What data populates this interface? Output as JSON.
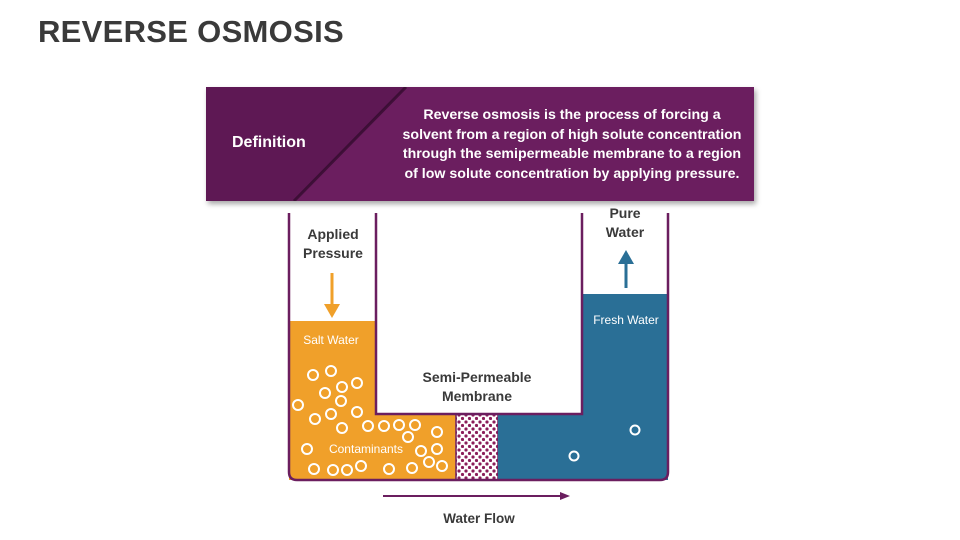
{
  "title": "REVERSE OSMOSIS",
  "definition": {
    "label": "Definition",
    "text": "Reverse osmosis is the process of forcing a solvent from a region of high solute concentration through the semipermeable membrane to a region of low solute concentration by applying pressure."
  },
  "labels": {
    "applied_pressure_line1": "Applied",
    "applied_pressure_line2": "Pressure",
    "pure_water_line1": "Pure",
    "pure_water_line2": "Water",
    "salt_water": "Salt Water",
    "fresh_water": "Fresh Water",
    "contaminants": "Contaminants",
    "membrane_line1": "Semi-Permeable",
    "membrane_line2": "Membrane",
    "water_flow": "Water Flow"
  },
  "colors": {
    "purple": "#6b1e5f",
    "purple_dark": "#5a1650",
    "salt_water": "#f0a02a",
    "fresh_water": "#2a6f96",
    "membrane_dots": "#8b1e5a",
    "container": "#6b1e5f"
  }
}
